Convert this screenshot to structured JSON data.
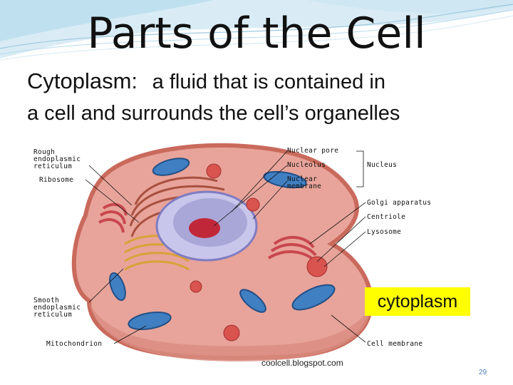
{
  "slide": {
    "title": "Parts of the Cell",
    "term": "Cytoplasm:",
    "definition_line1": "a fluid that is contained in",
    "definition_line2": "a cell and surrounds the cell’s organelles",
    "slide_number": "29"
  },
  "diagram": {
    "left_labels": {
      "rough_er_1": "Rough",
      "rough_er_2": "endoplasmic",
      "rough_er_3": "reticulum",
      "ribosome": "Ribosome",
      "smooth_er_1": "Smooth",
      "smooth_er_2": "endoplasmic",
      "smooth_er_3": "reticulum",
      "mitochondrion": "Mitochondrion"
    },
    "right_labels": {
      "nuclear_pore": "Nuclear pore",
      "nucleolus": "Nucleolus",
      "nuclear_membrane_1": "Nuclear",
      "nuclear_membrane_2": "membrane",
      "nucleus": "Nucleus",
      "golgi": "Golgi apparatus",
      "centriole": "Centriole",
      "lysosome": "Lysosome",
      "cell_membrane": "Cell membrane"
    },
    "highlight_label": "cytoplasm",
    "credit": "coolcell.blogspot.com"
  },
  "colors": {
    "cytoplasm": "#e8a49a",
    "membrane": "#c96a5c",
    "nucleus": "#a9a7d8",
    "nucleolus": "#c0283a",
    "mitochondria": "#3f7fc2",
    "golgi": "#c9474f",
    "highlight": "#ffff00"
  }
}
